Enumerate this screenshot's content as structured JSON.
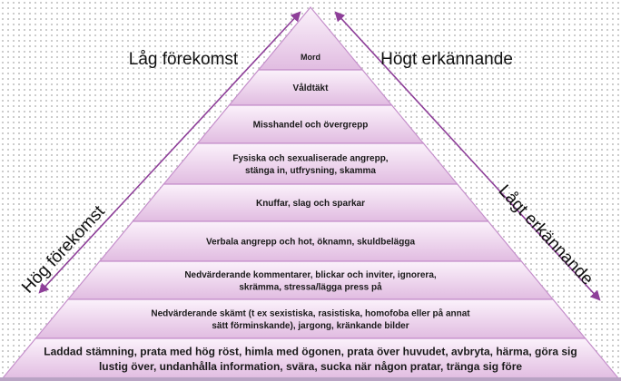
{
  "pyramid": {
    "levels": [
      {
        "lines": [
          "Mord"
        ],
        "font_size": 9
      },
      {
        "lines": [
          "Våldtäkt"
        ],
        "font_size": 10
      },
      {
        "lines": [
          "Misshandel och övergrepp"
        ],
        "font_size": 10
      },
      {
        "lines": [
          "Fysiska och sexualiserade angrepp,",
          "stänga in, utfrysning, skamma"
        ],
        "font_size": 10
      },
      {
        "lines": [
          "Knuffar, slag och sparkar"
        ],
        "font_size": 10
      },
      {
        "lines": [
          "Verbala angrepp och hot, öknamn, skuldbelägga"
        ],
        "font_size": 10
      },
      {
        "lines": [
          "Nedvärderande kommentarer, blickar och inviter, ignorera,",
          "skrämma, stressa/lägga press på"
        ],
        "font_size": 10
      },
      {
        "lines": [
          "Nedvärderande skämt (t ex sexistiska, rasistiska, homofoba eller på annat",
          "sätt förminskande), jargong, kränkande bilder"
        ],
        "font_size": 10
      },
      {
        "lines": [
          "Laddad stämning, prata med hög röst, himla med ögonen, prata över huvudet, avbryta, härma, göra sig",
          "lustig över, undanhålla information, svära, sucka när någon pratar, tränga sig före"
        ],
        "font_size": 12
      }
    ]
  },
  "labels": {
    "top_left": "Låg förekomst",
    "top_right": "Högt erkännande",
    "bottom_left": "Hög förekomst",
    "bottom_right": "Lågt erkännande"
  },
  "colors": {
    "tier_light": "#fbf2fb",
    "tier_dark": "#e1bce1",
    "divider": "#c58fcb",
    "arrow": "#8e3f99",
    "text": "#1a1a1a"
  }
}
